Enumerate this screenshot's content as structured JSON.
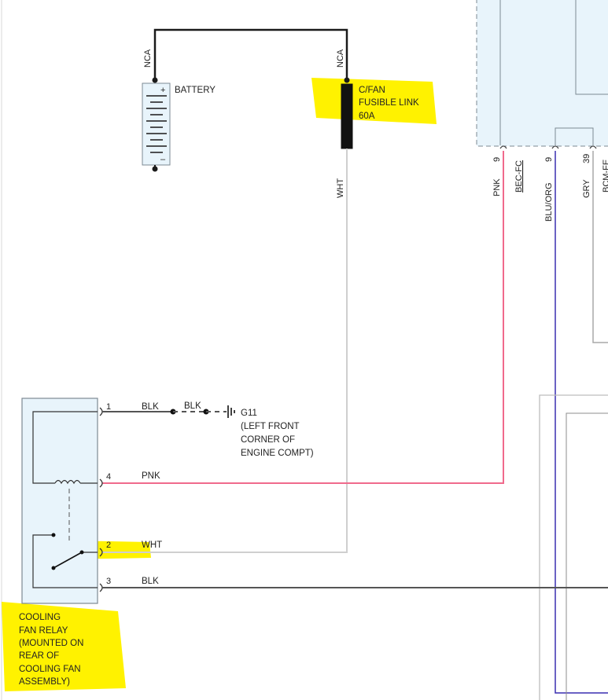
{
  "colors": {
    "black_wire": "#1a1a1a",
    "white_wire": "#cfcfcf",
    "pink_wire": "#f06a8c",
    "blue_wire": "#3a2fb0",
    "gray_wire": "#a9a9a9",
    "module_fill": "#e8f4fb",
    "module_border": "#7d8a93",
    "highlight": "#fff200"
  },
  "battery": {
    "label": "BATTERY",
    "plus": "+",
    "minus": "–",
    "wire_color_code": "NCA"
  },
  "fusible_link": {
    "label_line1": "C/FAN",
    "label_line2": "FUSIBLE LINK",
    "label_line3": "60A",
    "wire_color_code_top": "NCA",
    "wire_color_code_bottom": "WHT"
  },
  "module_pins": [
    {
      "pin": "9",
      "wire": "PNK",
      "circuit": "BEC-FC"
    },
    {
      "pin": "9",
      "wire": "BLU/ORG",
      "circuit": ""
    },
    {
      "pin": "39",
      "wire": "GRY",
      "circuit": "BCM-FE"
    }
  ],
  "relay": {
    "label_lines": [
      "COOLING",
      "FAN RELAY",
      "(MOUNTED ON",
      "REAR OF",
      "COOLING FAN",
      "ASSEMBLY)"
    ],
    "pins": [
      {
        "pin": "1",
        "wire": "BLK"
      },
      {
        "pin": "4",
        "wire": "PNK"
      },
      {
        "pin": "2",
        "wire": "WHT"
      },
      {
        "pin": "3",
        "wire": "BLK"
      }
    ]
  },
  "ground": {
    "splice_wire": "BLK",
    "id": "G11",
    "location_lines": [
      "(LEFT FRONT",
      "CORNER OF",
      "ENGINE COMPT)"
    ]
  }
}
